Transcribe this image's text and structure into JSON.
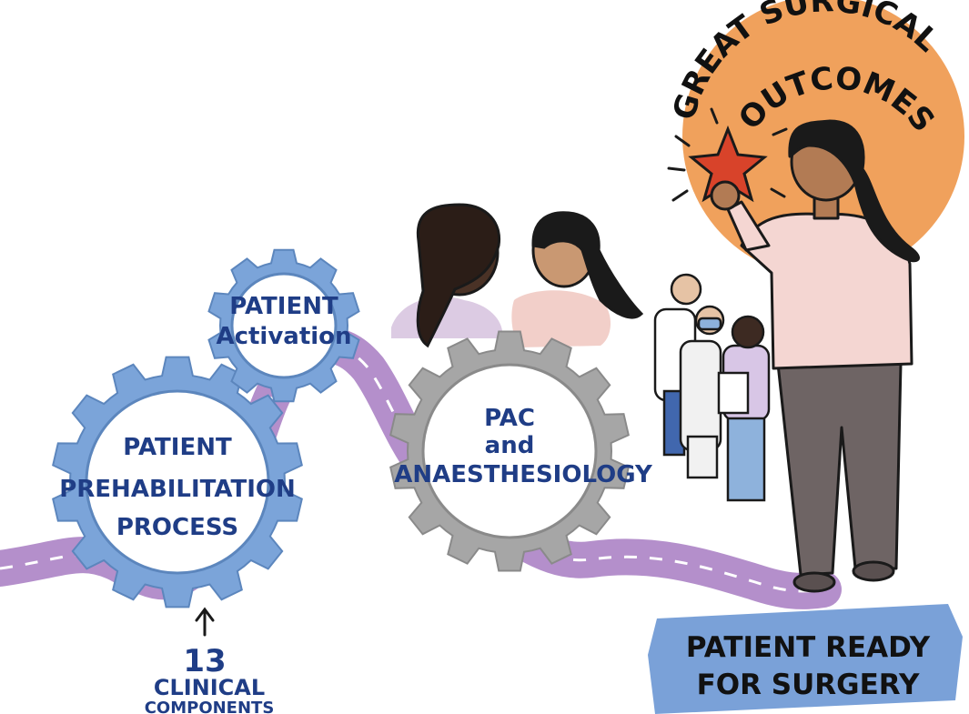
{
  "gears": {
    "prehab": {
      "lines": [
        "PATIENT",
        "PREHABILITATION",
        "PROCESS"
      ]
    },
    "activation": {
      "lines": [
        "PATIENT",
        "Activation"
      ]
    },
    "pac": {
      "lines": [
        "PAC",
        "and",
        "ANAESTHESIOLOGY"
      ]
    }
  },
  "outcome": {
    "lines": [
      "GREAT SURGICAL",
      "OUTCOMES"
    ]
  },
  "ready": {
    "lines": [
      "PATIENT READY",
      "FOR SURGERY"
    ]
  },
  "components_note": {
    "number": "13",
    "lines": [
      "CLINICAL",
      "COMPONENTS"
    ]
  },
  "colors": {
    "road": "#b48fcb",
    "gear_blue": "#7ba4d9",
    "gear_grey": "#a6a6a6",
    "sun": "#f0a15c",
    "label_bg": "#7aa1d8",
    "text_blue": "#1f3d86",
    "star": "#d8432a"
  },
  "icons": [
    "star-icon",
    "arrow-up-icon"
  ]
}
